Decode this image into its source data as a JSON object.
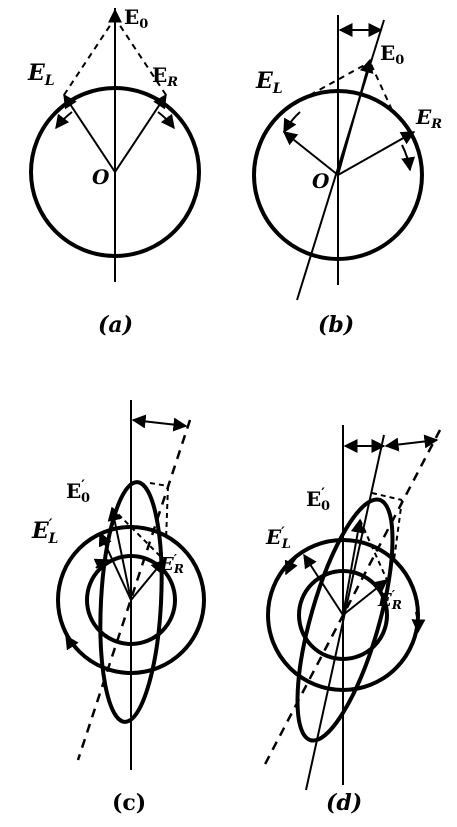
{
  "panels": [
    {
      "id": "a",
      "caption": "(a)",
      "labels": {
        "e0": "E",
        "e0_sub": "0",
        "el": "E",
        "el_sub": "L",
        "er": "E",
        "er_sub": "R",
        "origin": "O"
      }
    },
    {
      "id": "b",
      "caption": "(b)",
      "labels": {
        "e0": "E",
        "e0_sub": "0",
        "el": "E",
        "el_sub": "L",
        "er": "E",
        "er_sub": "R",
        "origin": "O"
      }
    },
    {
      "id": "c",
      "caption": "(c)",
      "labels": {
        "e0": "E",
        "e0_prime": "′",
        "e0_sub": "0",
        "el": "E",
        "el_prime": "′",
        "el_sub": "L",
        "er": "E",
        "er_prime": "′",
        "er_sub": "R"
      }
    },
    {
      "id": "d",
      "caption": "(d)",
      "labels": {
        "e0": "E",
        "e0_prime": "′",
        "e0_sub": "0",
        "el": "E",
        "el_prime": "′",
        "el_sub": "L",
        "er": "E",
        "er_prime": "′",
        "er_sub": "R"
      }
    }
  ]
}
